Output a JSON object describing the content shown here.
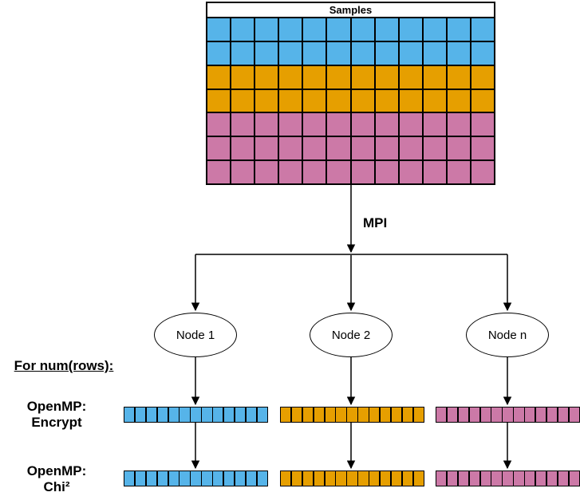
{
  "colors": {
    "blue": "#56B4E9",
    "orange": "#E69F00",
    "pink": "#CC79A7",
    "line": "#000000"
  },
  "samples_table": {
    "title": "Samples",
    "columns": 12,
    "rows": [
      {
        "color": "blue"
      },
      {
        "color": "blue"
      },
      {
        "color": "orange"
      },
      {
        "color": "orange"
      },
      {
        "color": "pink"
      },
      {
        "color": "pink"
      },
      {
        "color": "pink"
      }
    ]
  },
  "mpi_label": "MPI",
  "nodes": [
    {
      "label": "Node 1",
      "color": "blue"
    },
    {
      "label": "Node 2",
      "color": "orange"
    },
    {
      "label": "Node n",
      "color": "pink"
    }
  ],
  "left_labels": {
    "for_rows": "For num(rows):",
    "encrypt_line1": "OpenMP:",
    "encrypt_line2": "Encrypt",
    "chi_line1": "OpenMP:",
    "chi_line2": "Chi²"
  },
  "bars": {
    "cells_per_bar": 13,
    "rows": [
      "encrypt",
      "chi"
    ],
    "groups": [
      "blue",
      "orange",
      "pink"
    ]
  }
}
